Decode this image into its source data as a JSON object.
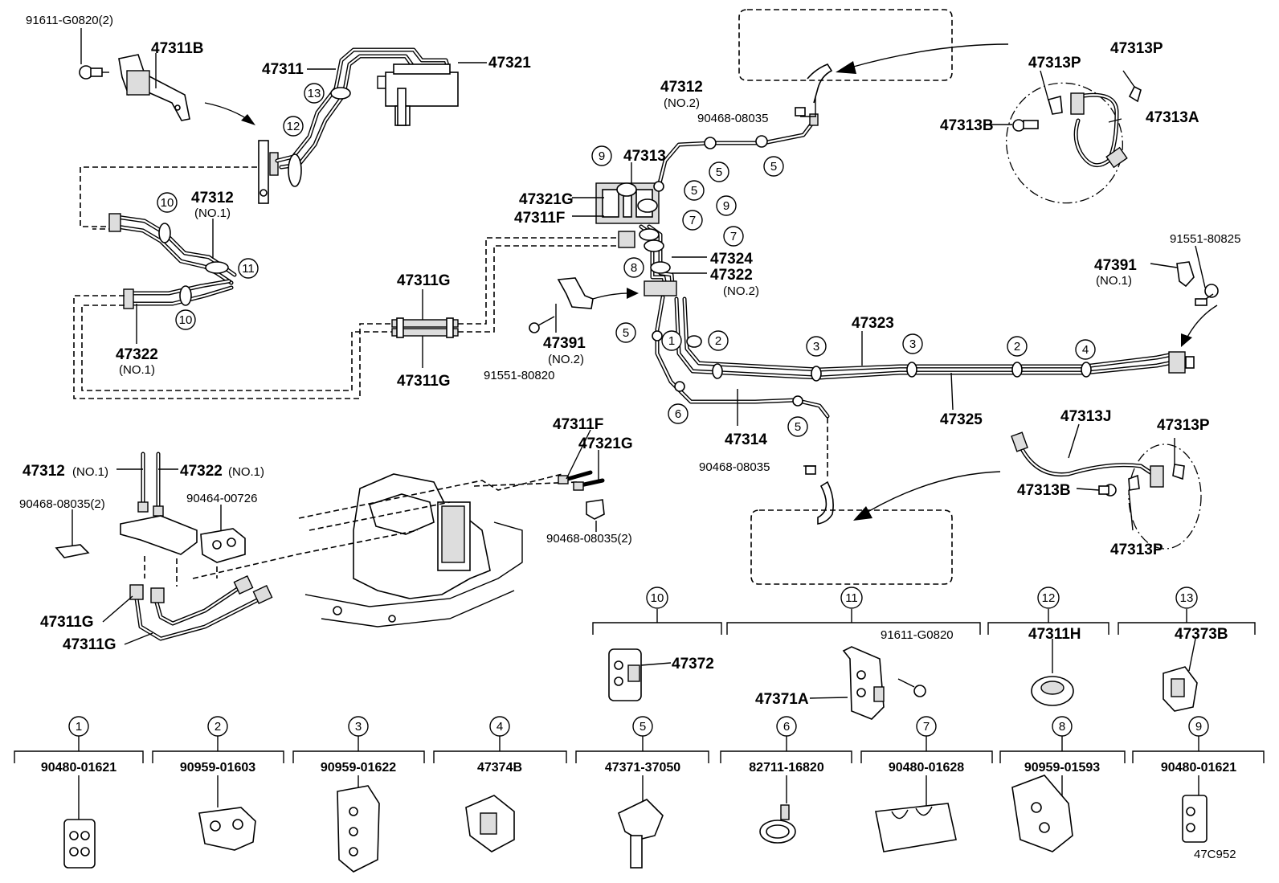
{
  "diagram": {
    "catalog_code": "47C952",
    "labels": {
      "l_91611_G0820_2": "91611-G0820(2)",
      "l_47311B": "47311B",
      "l_47311": "47311",
      "l_47321": "47321",
      "l_47312_top": "47312",
      "l_no2_top": "(NO.2)",
      "l_90468_08035_top": "90468-08035",
      "l_47313": "47313",
      "l_47321G": "47321G",
      "l_47311F": "47311F",
      "l_47324": "47324",
      "l_47322_mid": "47322",
      "l_no2_mid": "(NO.2)",
      "l_47312_left": "47312",
      "l_no1_left": "(NO.1)",
      "l_47322_left": "47322",
      "l_no1_left2": "(NO.1)",
      "l_47311G_a": "47311G",
      "l_47311G_b": "47311G",
      "l_47391_no2": "47391",
      "l_no2_47391": "(NO.2)",
      "l_91551_80820": "91551-80820",
      "l_47323": "47323",
      "l_47325": "47325",
      "l_47314": "47314",
      "l_90468_08035_bot": "90468-08035",
      "l_47313P_1": "47313P",
      "l_47313P_2": "47313P",
      "l_47313B_1": "47313B",
      "l_47313A": "47313A",
      "l_91551_80825": "91551-80825",
      "l_47391_no1": "47391",
      "l_no1_47391": "(NO.1)",
      "l_47313J": "47313J",
      "l_47313P_3": "47313P",
      "l_47313B_2": "47313B",
      "l_47313P_4": "47313P",
      "l_47312_lower": "47312",
      "l_no1_lower": "(NO.1)",
      "l_47322_lower": "47322",
      "l_no1_lower2": "(NO.1)",
      "l_90468_08035_2a": "90468-08035(2)",
      "l_90464_00726": "90464-00726",
      "l_47311F_lower": "47311F",
      "l_47321G_lower": "47321G",
      "l_90468_08035_2b": "90468-08035(2)",
      "l_47311G_c": "47311G",
      "l_47311G_d": "47311G",
      "l_47372": "47372",
      "l_91611_G0820": "91611-G0820",
      "l_47371A": "47371A",
      "l_47311H": "47311H",
      "l_47373B": "47373B"
    },
    "legend_top": [
      {
        "num": "10"
      },
      {
        "num": "11"
      },
      {
        "num": "12"
      },
      {
        "num": "13"
      }
    ],
    "legend_bottom": [
      {
        "num": "1",
        "part": "90480-01621"
      },
      {
        "num": "2",
        "part": "90959-01603"
      },
      {
        "num": "3",
        "part": "90959-01622"
      },
      {
        "num": "4",
        "part": "47374B"
      },
      {
        "num": "5",
        "part": "47371-37050"
      },
      {
        "num": "6",
        "part": "82711-16820"
      },
      {
        "num": "7",
        "part": "90480-01628"
      },
      {
        "num": "8",
        "part": "90959-01593"
      },
      {
        "num": "9",
        "part": "90480-01621"
      }
    ],
    "callouts": {
      "c13": "13",
      "c12": "12",
      "c10a": "10",
      "c11": "11",
      "c10b": "10",
      "c9a": "9",
      "c9b": "9",
      "c5a": "5",
      "c5b": "5",
      "c5c": "5",
      "c7a": "7",
      "c7b": "7",
      "c8": "8",
      "c5d": "5",
      "c1": "1",
      "c2a": "2",
      "c3a": "3",
      "c3b": "3",
      "c2b": "2",
      "c4": "4",
      "c6": "6",
      "c5e": "5"
    }
  }
}
